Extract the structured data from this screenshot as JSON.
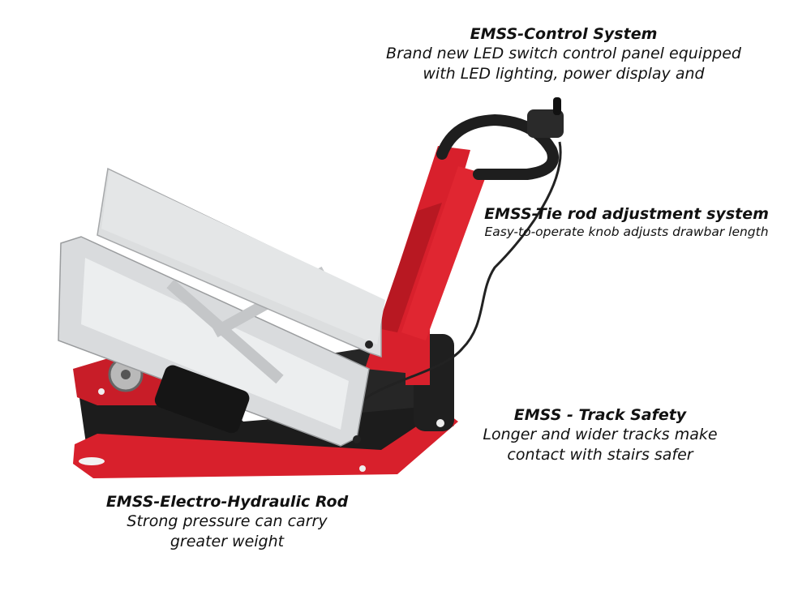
{
  "features": {
    "control": {
      "title": "EMSS-Control System",
      "lines": [
        "Brand new LED switch control panel equipped",
        "with LED lighting, power display and"
      ]
    },
    "tie_rod": {
      "title": "EMSS-Tie rod adjustment system",
      "lines": [
        "Easy-to-operate knob adjusts drawbar length"
      ]
    },
    "track": {
      "title": "EMSS - Track Safety",
      "lines": [
        "Longer and wider tracks make",
        "contact with stairs safer"
      ]
    },
    "hydraulic": {
      "title": "EMSS-Electro-Hydraulic Rod",
      "lines": [
        "Strong pressure can carry",
        "greater weight"
      ]
    }
  },
  "colors": {
    "frame_red": "#d8202c",
    "platform_gray": "#d7d9db",
    "track_black": "#1a1a1a"
  }
}
